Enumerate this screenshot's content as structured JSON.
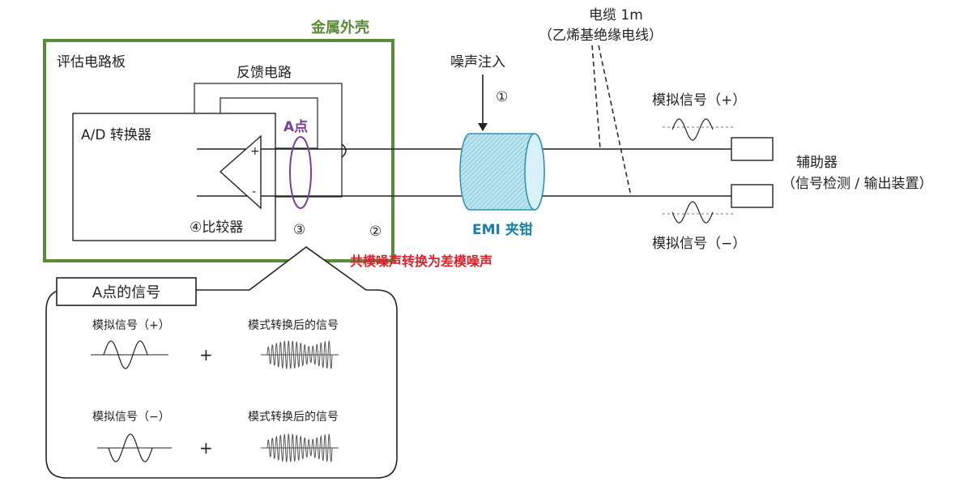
{
  "labels": {
    "metal_case": "金属外壳",
    "eval_board": "评估电路板",
    "feedback": "反馈电路",
    "adc": "A/D 转换器",
    "point_a": "A点",
    "plus": "+",
    "minus": "-",
    "comparator": "④比较器",
    "circle3": "③",
    "circle2": "②",
    "conversion": "共模噪声转换为差模噪声",
    "noise_injection": "噪声注入",
    "circle1": "①",
    "emi_clamp": "EMI 夹钳",
    "cable": "电缆 1m",
    "cable_sub": "（乙烯基绝缘电线）",
    "analog_pos": "模拟信号（+）",
    "analog_neg": "模拟信号（−）",
    "aux": "辅助器",
    "aux_sub": "（信号检测 / 输出装置）"
  },
  "callout": {
    "title": "A点的信号",
    "analog_pos": "模拟信号（+）",
    "analog_neg": "模拟信号（−）",
    "mode_conv_1": "模式转换后的信号",
    "mode_conv_2": "模式转换后的信号",
    "plus_1": "+",
    "plus_2": "+"
  },
  "colors": {
    "case": "#5b8a3a",
    "point_a": "#7b3f98",
    "emi_text": "#1a7fa5",
    "emi_fill": "#9fd6e6",
    "emi_stroke": "#2f8fb0",
    "warning": "#d8202a",
    "wire": "#222222"
  }
}
